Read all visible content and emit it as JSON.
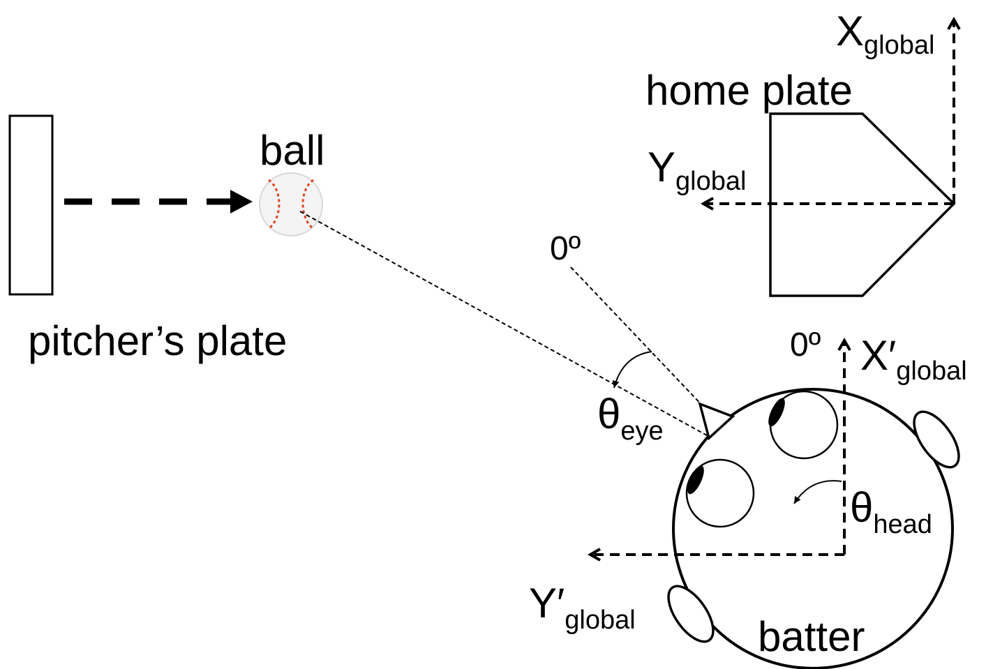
{
  "labels": {
    "pitchers_plate": "pitcher’s plate",
    "ball": "ball",
    "home_plate": "home plate",
    "x_global_main": "X",
    "x_global_sub": "global",
    "y_global_main": "Y",
    "y_global_sub": "global",
    "zero_deg_eye": "0º",
    "zero_deg_head": "0º",
    "x_prime_main": "X′",
    "x_prime_sub": "global",
    "y_prime_main": "Y′",
    "y_prime_sub": "global",
    "theta_eye_main": "θ",
    "theta_eye_sub": "eye",
    "theta_head_main": "θ",
    "theta_head_sub": "head",
    "batter": "batter"
  },
  "colors": {
    "line": "#000000",
    "ball_seam": "#e0421c",
    "ball_fill": "#f4f4f4"
  }
}
